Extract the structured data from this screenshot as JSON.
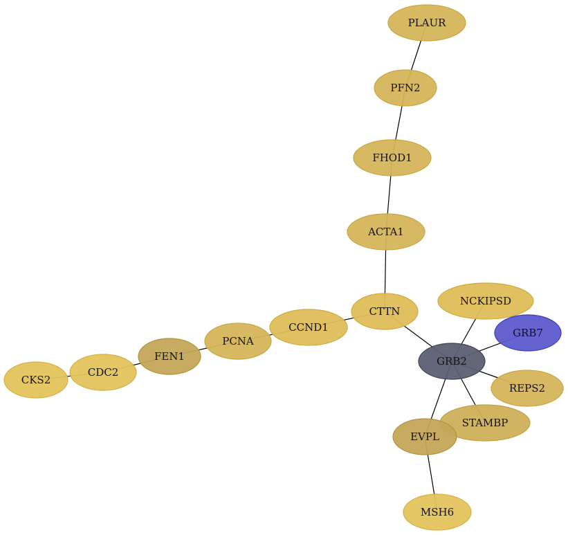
{
  "graph": {
    "nodes": [
      {
        "id": "PLAUR",
        "label": "PLAUR",
        "fill": "#d4b55a",
        "stroke": "#c9a73e"
      },
      {
        "id": "PFN2",
        "label": "PFN2",
        "fill": "#d4b55a",
        "stroke": "#c9a73e"
      },
      {
        "id": "FHOD1",
        "label": "FHOD1",
        "fill": "#d4b55a",
        "stroke": "#c9a73e"
      },
      {
        "id": "ACTA1",
        "label": "ACTA1",
        "fill": "#d4b55a",
        "stroke": "#c9a73e"
      },
      {
        "id": "CTTN",
        "label": "CTTN",
        "fill": "#dfbd58",
        "stroke": "#d0ab3a"
      },
      {
        "id": "NCKIPSD",
        "label": "NCKIPSD",
        "fill": "#dfbd58",
        "stroke": "#d0ab3a"
      },
      {
        "id": "GRB7",
        "label": "GRB7",
        "fill": "#5d5bcc",
        "stroke": "#3f3db0"
      },
      {
        "id": "GRB2",
        "label": "GRB2",
        "fill": "#5c5e73",
        "stroke": "#3e4055"
      },
      {
        "id": "REPS2",
        "label": "REPS2",
        "fill": "#d4b55a",
        "stroke": "#c9a73e"
      },
      {
        "id": "STAMBP",
        "label": "STAMBP",
        "fill": "#cfb05a",
        "stroke": "#c2a23e"
      },
      {
        "id": "EVPL",
        "label": "EVPL",
        "fill": "#c4a658",
        "stroke": "#b0943c"
      },
      {
        "id": "MSH6",
        "label": "MSH6",
        "fill": "#e3c35d",
        "stroke": "#d4b23f"
      },
      {
        "id": "CCND1",
        "label": "CCND1",
        "fill": "#dfbd58",
        "stroke": "#d0ab3a"
      },
      {
        "id": "PCNA",
        "label": "PCNA",
        "fill": "#d4b55a",
        "stroke": "#c9a73e"
      },
      {
        "id": "FEN1",
        "label": "FEN1",
        "fill": "#c4a658",
        "stroke": "#b0943c"
      },
      {
        "id": "CDC2",
        "label": "CDC2",
        "fill": "#e3c35d",
        "stroke": "#d4b23f"
      },
      {
        "id": "CKS2",
        "label": "CKS2",
        "fill": "#e3c35d",
        "stroke": "#d4b23f"
      }
    ],
    "edges": [
      [
        "PLAUR",
        "PFN2"
      ],
      [
        "PFN2",
        "FHOD1"
      ],
      [
        "FHOD1",
        "ACTA1"
      ],
      [
        "ACTA1",
        "CTTN"
      ],
      [
        "CTTN",
        "CCND1"
      ],
      [
        "CTTN",
        "GRB2"
      ],
      [
        "CCND1",
        "PCNA"
      ],
      [
        "PCNA",
        "FEN1"
      ],
      [
        "FEN1",
        "CDC2"
      ],
      [
        "CDC2",
        "CKS2"
      ],
      [
        "GRB2",
        "NCKIPSD"
      ],
      [
        "GRB2",
        "GRB7"
      ],
      [
        "GRB2",
        "REPS2"
      ],
      [
        "GRB2",
        "STAMBP"
      ],
      [
        "GRB2",
        "EVPL"
      ],
      [
        "EVPL",
        "MSH6"
      ]
    ]
  }
}
